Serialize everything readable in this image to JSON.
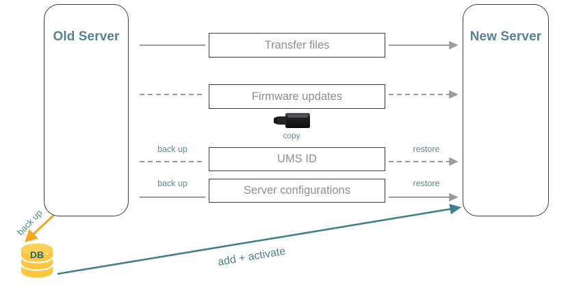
{
  "diagram": {
    "title_not_shown": "",
    "colors": {
      "accent_teal": "#558293",
      "line_gray": "#9b9b9b",
      "arrow_orange": "#f5a623",
      "teal_arrow": "#3f7f8d",
      "box_border": "#3b3b3b",
      "box_label_gray": "#8e8e8e",
      "igel_yellow": "#fbc618",
      "db_yellow": "#fbc741"
    }
  },
  "servers": {
    "old": {
      "label": "Old Server",
      "icons": [
        {
          "name": "igel-os-icon"
        },
        {
          "name": "igel-ums-icon"
        }
      ],
      "internal_arrow": "bidirectional"
    },
    "new": {
      "label": "New Server",
      "icons": [
        {
          "name": "igel-os-icon"
        },
        {
          "name": "igel-ums-icon"
        }
      ],
      "internal_arrow": "bidirectional"
    }
  },
  "rows": [
    {
      "id": "transfer-files",
      "label": "Transfer files",
      "left_line_style": "solid",
      "left_label": "",
      "right_line_style": "solid",
      "right_label": ""
    },
    {
      "id": "firmware-updates",
      "label": "Firmware updates",
      "left_line_style": "dashed",
      "left_label": "",
      "right_line_style": "dashed",
      "right_label": ""
    },
    {
      "id": "ums-id",
      "label": "UMS ID",
      "left_line_style": "dashed",
      "left_label": "back up",
      "right_line_style": "dashed",
      "right_label": "restore"
    },
    {
      "id": "server-configurations",
      "label": "Server configurations",
      "left_line_style": "solid",
      "left_label": "back up",
      "right_line_style": "solid",
      "right_label": "restore"
    }
  ],
  "usb": {
    "icon_name": "usb-stick-icon",
    "caption": "copy"
  },
  "database": {
    "label": "DB",
    "backup_label": "back up"
  },
  "bottom_connection": {
    "label": "add + activate",
    "from": "DB",
    "to": "New Server"
  }
}
